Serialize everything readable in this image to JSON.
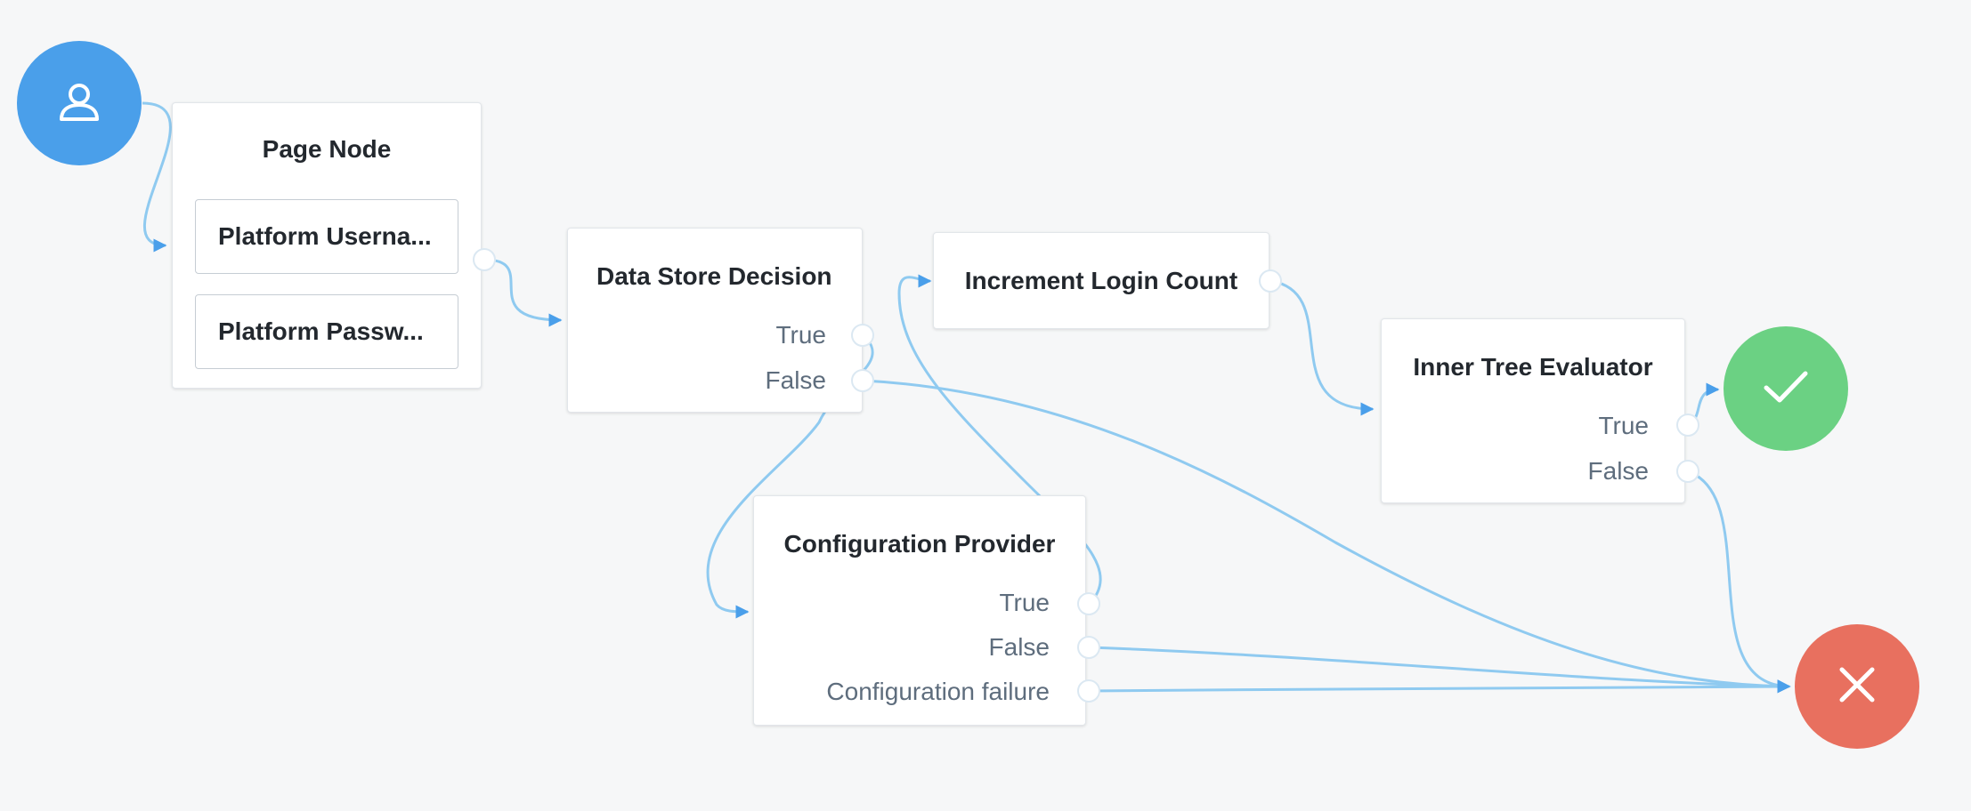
{
  "nodes": {
    "page_node": {
      "title": "Page Node",
      "children": [
        "Platform Userna...",
        "Platform Passw..."
      ]
    },
    "data_store_decision": {
      "title": "Data Store Decision",
      "outcomes": [
        "True",
        "False"
      ]
    },
    "increment_login_count": {
      "title": "Increment Login Count"
    },
    "inner_tree_evaluator": {
      "title": "Inner Tree Evaluator",
      "outcomes": [
        "True",
        "False"
      ]
    },
    "configuration_provider": {
      "title": "Configuration Provider",
      "outcomes": [
        "True",
        "False",
        "Configuration failure"
      ]
    }
  },
  "start_node": {
    "icon": "person-icon",
    "color": "#4a9fea"
  },
  "success_node": {
    "icon": "checkmark-icon",
    "color": "#6bd183"
  },
  "failure_node": {
    "icon": "close-icon",
    "color": "#e8705f"
  },
  "connector_color": "#8fcaf0",
  "arrow_color": "#4a9fea"
}
